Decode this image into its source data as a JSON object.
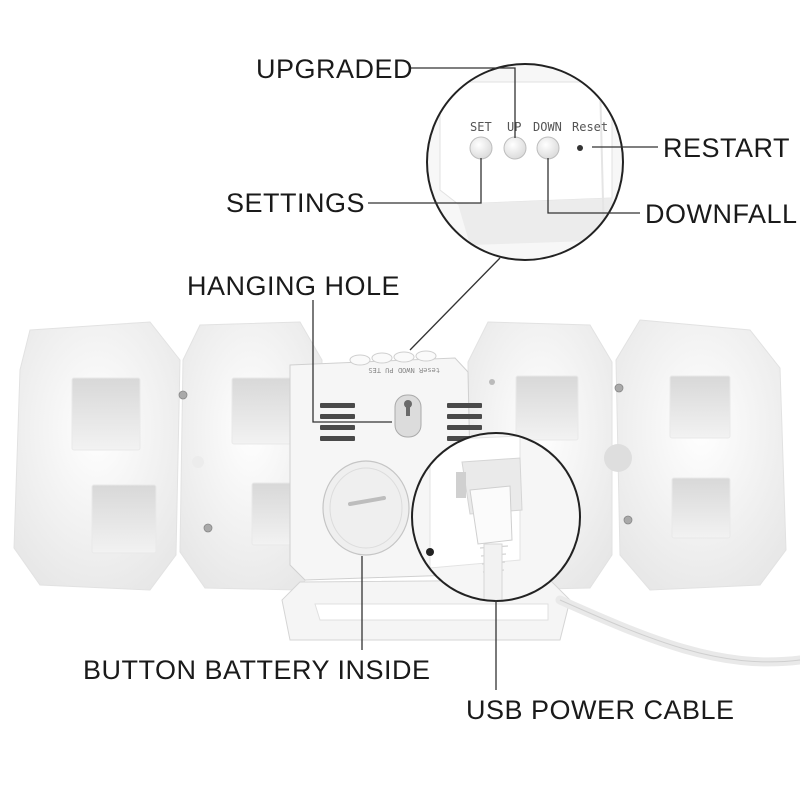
{
  "callouts": {
    "upgraded": "UPGRADED",
    "restart": "RESTART",
    "settings": "SETTINGS",
    "downfall": "DOWNFALL",
    "hanging_hole": "HANGING HOLE",
    "battery": "BUTTON BATTERY INSIDE",
    "usb": "USB POWER CABLE"
  },
  "device_buttons": {
    "set": "SET",
    "up": "UP",
    "down": "DOWN",
    "reset": "Reset"
  },
  "colors": {
    "label_text": "#1a1a1a",
    "clock_body": "#f4f4f4",
    "clock_shadow": "#dcdcdc",
    "leader_line": "#333333"
  }
}
